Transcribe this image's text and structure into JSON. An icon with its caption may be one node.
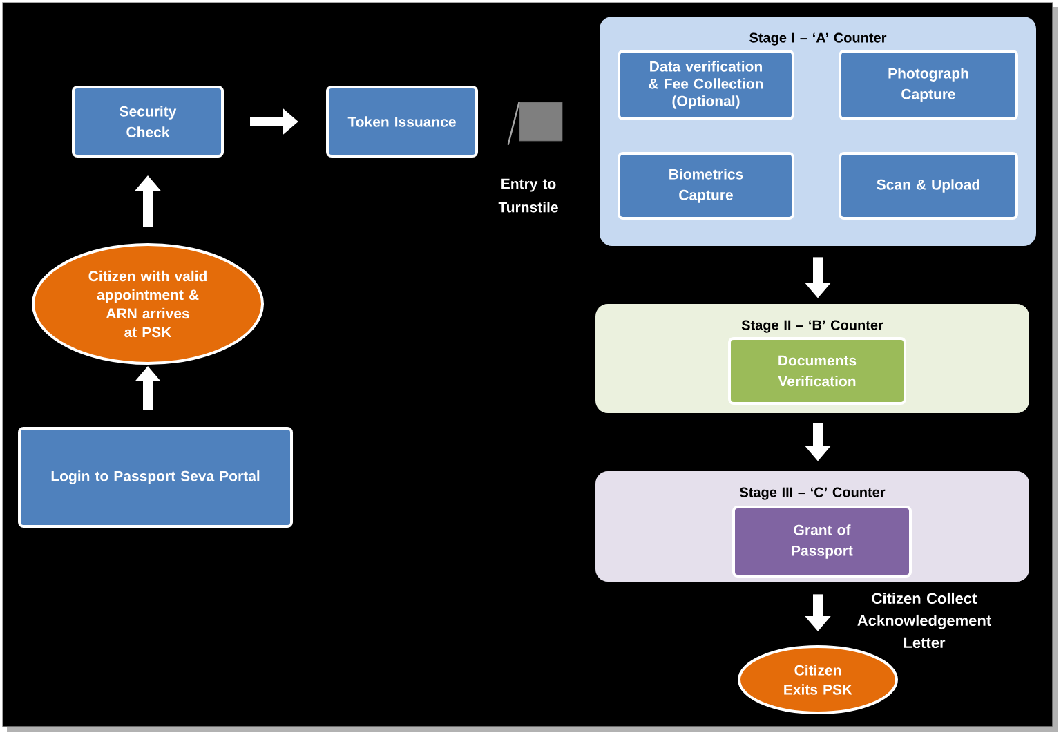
{
  "diagram": {
    "nodes": [
      {
        "text": [
          "Login to Passport Seva Portal"
        ]
      },
      {
        "text": [
          "Citizen with valid appointment & ARN arrives at PSK"
        ]
      },
      {
        "text": [
          "Security Check"
        ]
      },
      {
        "text": [
          "Token Issuance"
        ]
      },
      {
        "text": [],
        "shape": "box",
        "beside": [
          "Entry to Turnstile"
        ]
      },
      {
        "text": [
          "Stage I – ‘A’ Counter"
        ]
      },
      {
        "text": [
          "Data verification & Fee Collection (Optional)"
        ],
        "in": 5
      },
      {
        "text": [
          "Photograph Capture"
        ],
        "in": 5
      },
      {
        "text": [
          "Biometrics Capture"
        ],
        "in": 5
      },
      {
        "text": [
          "Scan & Upload"
        ],
        "in": 5
      },
      {
        "text": [
          "Stage II – ‘B’ Counter"
        ]
      },
      {
        "text": [
          "Documents Verification"
        ],
        "in": 10
      },
      {
        "text": [
          "Stage III – ‘C’ Counter"
        ]
      },
      {
        "text": [
          "Grant of Passport"
        ],
        "in": 12
      },
      {
        "text": [
          "Citizen Exits PSK"
        ]
      }
    ],
    "edges": [
      {
        "from": 0,
        "to": 1,
        "arrow": "to"
      },
      {
        "from": 1,
        "to": 2,
        "arrow": "to"
      },
      {
        "from": 2,
        "to": 3,
        "arrow": "to"
      },
      {
        "from": 5,
        "to": 10,
        "arrow": "to"
      },
      {
        "from": 10,
        "to": 12,
        "arrow": "to"
      },
      {
        "from": 12,
        "to": 14,
        "arrow": "to",
        "label": "Citizen Collect Acknowledgement Letter"
      }
    ]
  }
}
